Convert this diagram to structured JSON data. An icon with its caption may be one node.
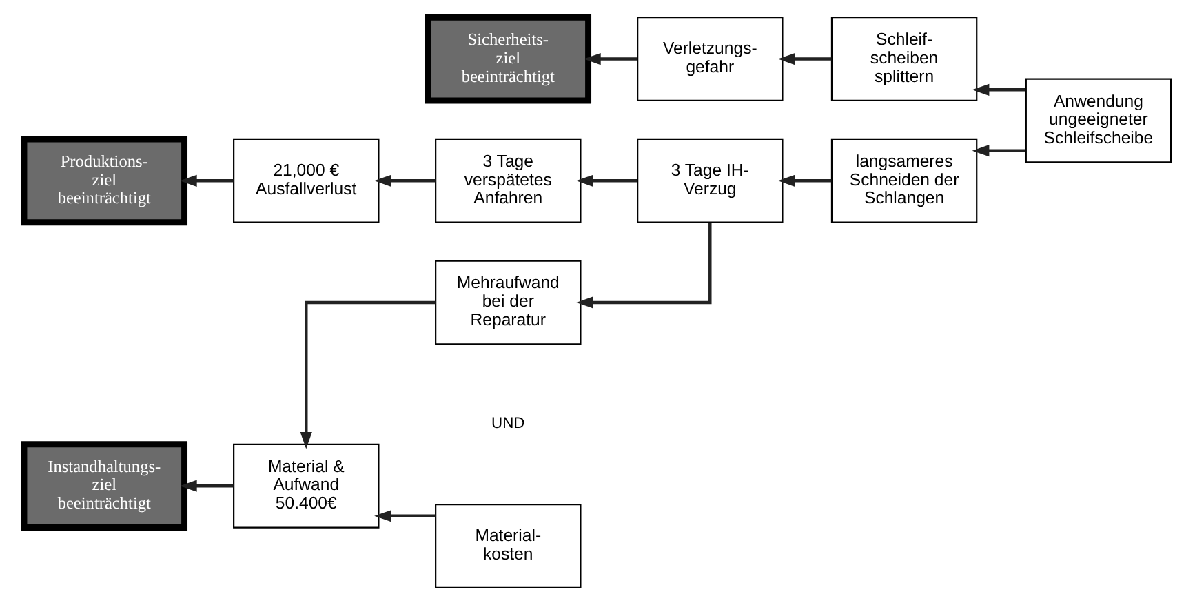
{
  "diagram": {
    "nodes": [
      {
        "text": [
          "Sicherheits- ziel beeinträchtigt"
        ]
      },
      {
        "text": [
          "Verletzungs- gefahr"
        ]
      },
      {
        "text": [
          "Schleif- scheiben splittern"
        ]
      },
      {
        "text": [
          "Anwendung ungeeigneter Schleifscheibe"
        ]
      },
      {
        "text": [
          "Produktions- ziel beeinträchtigt"
        ]
      },
      {
        "text": [
          "21,000 € Ausfallverlust"
        ]
      },
      {
        "text": [
          "3 Tage verspätetes Anfahren"
        ]
      },
      {
        "text": [
          "3 Tage IH- Verzug"
        ]
      },
      {
        "text": [
          "langsameres Schneiden der Schlangen"
        ]
      },
      {
        "text": [
          "Instandhaltungs- ziel beeinträchtigt"
        ]
      },
      {
        "text": [
          "Material & Aufwand 50.400€"
        ]
      },
      {
        "text": [
          "Mehraufwand bei der Reparatur"
        ]
      },
      {
        "text": [
          "Material- kosten"
        ]
      }
    ],
    "edges": [
      {
        "from": 3,
        "to": 2,
        "arrow": "to"
      },
      {
        "from": 3,
        "to": 8,
        "arrow": "to"
      },
      {
        "from": 2,
        "to": 1,
        "arrow": "to"
      },
      {
        "from": 1,
        "to": 0,
        "arrow": "to"
      },
      {
        "from": 8,
        "to": 7,
        "arrow": "to"
      },
      {
        "from": 7,
        "to": 6,
        "arrow": "to"
      },
      {
        "from": 7,
        "to": 11,
        "arrow": "to"
      },
      {
        "from": 6,
        "to": 5,
        "arrow": "to"
      },
      {
        "from": 5,
        "to": 4,
        "arrow": "to"
      },
      {
        "from": 11,
        "to": 10,
        "arrow": "to"
      },
      {
        "from": 12,
        "to": 10,
        "arrow": "to"
      },
      {
        "from": 10,
        "to": 9,
        "arrow": "to"
      }
    ],
    "labels": [
      "UND"
    ]
  }
}
